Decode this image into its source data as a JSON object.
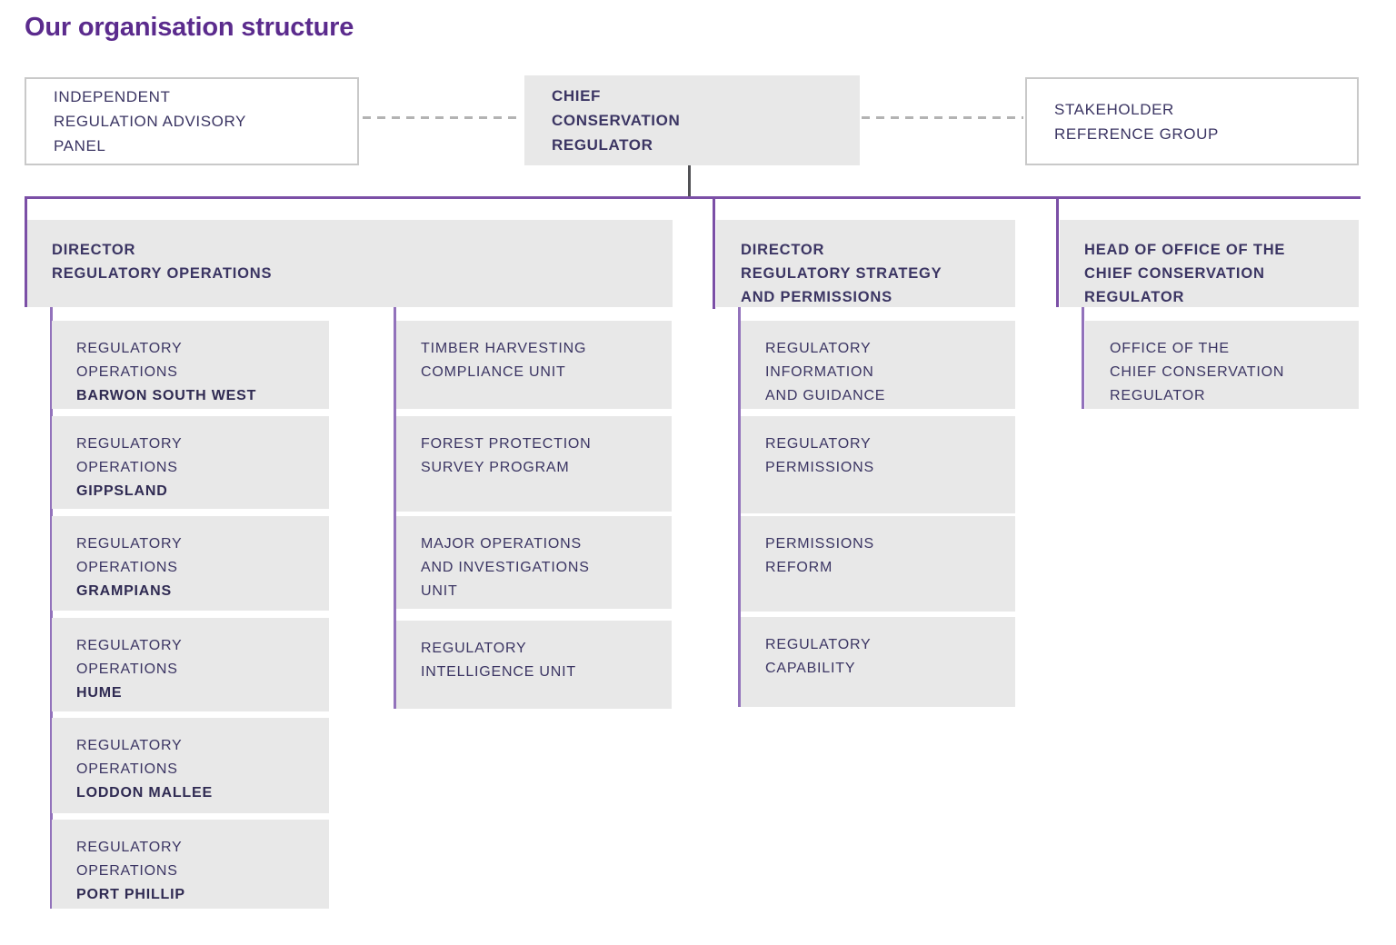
{
  "title": "Our organisation structure",
  "colors": {
    "title": "#5b2b8d",
    "box_fill": "#e8e8e8",
    "box_text": "#3b3563",
    "box_text_bold": "#2f2a52",
    "outlined_border": "#c9c9c9",
    "purple_line": "#7b4fa6",
    "child_line": "#9272bb",
    "dark_line": "#515155",
    "dashed_line": "#b3b3b3"
  },
  "top_row": {
    "independent_panel": {
      "lines": [
        "INDEPENDENT",
        "REGULATION ADVISORY",
        "PANEL"
      ]
    },
    "chief_regulator": {
      "lines": [
        "CHIEF",
        "CONSERVATION",
        "REGULATOR"
      ]
    },
    "stakeholder_group": {
      "lines": [
        "STAKEHOLDER",
        "REFERENCE GROUP"
      ]
    }
  },
  "directors": {
    "regulatory_operations": {
      "lines": [
        "DIRECTOR",
        "REGULATORY OPERATIONS"
      ]
    },
    "strategy_permissions": {
      "lines": [
        "DIRECTOR",
        "REGULATORY STRATEGY",
        "AND PERMISSIONS"
      ]
    },
    "head_office": {
      "lines": [
        "HEAD OF OFFICE OF THE",
        "CHIEF CONSERVATION",
        "REGULATOR"
      ]
    }
  },
  "columns": {
    "regional_operations": [
      {
        "lines": [
          "REGULATORY",
          "OPERATIONS"
        ],
        "bold_line": "BARWON SOUTH WEST"
      },
      {
        "lines": [
          "REGULATORY",
          "OPERATIONS"
        ],
        "bold_line": "GIPPSLAND"
      },
      {
        "lines": [
          "REGULATORY",
          "OPERATIONS"
        ],
        "bold_line": "GRAMPIANS"
      },
      {
        "lines": [
          "REGULATORY",
          "OPERATIONS"
        ],
        "bold_line": "HUME"
      },
      {
        "lines": [
          "REGULATORY",
          "OPERATIONS"
        ],
        "bold_line": "LODDON MALLEE"
      },
      {
        "lines": [
          "REGULATORY",
          "OPERATIONS"
        ],
        "bold_line": "PORT PHILLIP"
      }
    ],
    "operations_units": [
      {
        "lines": [
          "TIMBER HARVESTING",
          "COMPLIANCE UNIT"
        ]
      },
      {
        "lines": [
          "FOREST PROTECTION",
          "SURVEY PROGRAM"
        ]
      },
      {
        "lines": [
          "MAJOR OPERATIONS",
          "AND INVESTIGATIONS",
          "UNIT"
        ]
      },
      {
        "lines": [
          "REGULATORY",
          "INTELLIGENCE UNIT"
        ]
      }
    ],
    "strategy_units": [
      {
        "lines": [
          "REGULATORY",
          "INFORMATION",
          "AND GUIDANCE"
        ]
      },
      {
        "lines": [
          "REGULATORY",
          "PERMISSIONS"
        ]
      },
      {
        "lines": [
          "PERMISSIONS",
          "REFORM"
        ]
      },
      {
        "lines": [
          "REGULATORY",
          "CAPABILITY"
        ]
      }
    ],
    "office_units": [
      {
        "lines": [
          "OFFICE OF THE",
          "CHIEF CONSERVATION",
          "REGULATOR"
        ]
      }
    ]
  }
}
